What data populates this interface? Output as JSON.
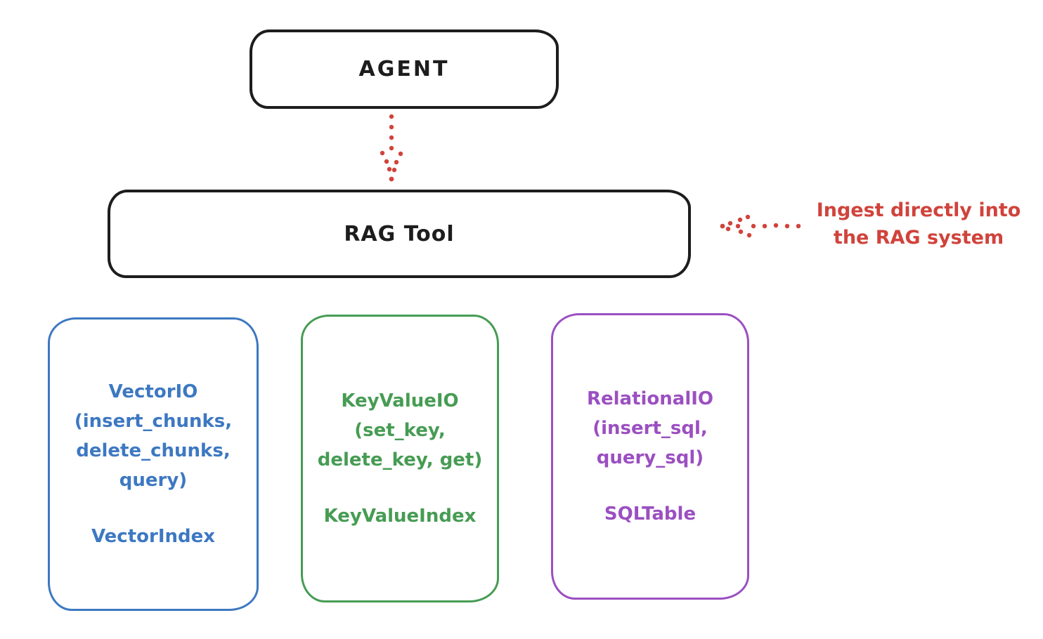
{
  "colors": {
    "stroke_black": "#1d1d1d",
    "red": "#d0433b",
    "blue": "#3d78c2",
    "green": "#469c53",
    "purple": "#9b4fc1"
  },
  "agent_box": {
    "label": "AGENT"
  },
  "rag_box": {
    "label": "RAG Tool"
  },
  "annotation": {
    "line1": "Ingest directly into",
    "line2": "the RAG system"
  },
  "arrows": {
    "agent_to_rag": "dotted-red-arrow-down",
    "annotation_to_rag": "dotted-red-arrow-left"
  },
  "io_boxes": [
    {
      "name": "vector-io",
      "color": "#3d78c2",
      "lines": [
        "VectorIO",
        "(insert_chunks,",
        "delete_chunks,",
        "query)"
      ],
      "index_label": "VectorIndex"
    },
    {
      "name": "keyvalue-io",
      "color": "#469c53",
      "lines": [
        "KeyValueIO",
        "(set_key,",
        "delete_key, get)"
      ],
      "index_label": "KeyValueIndex"
    },
    {
      "name": "relational-io",
      "color": "#9b4fc1",
      "lines": [
        "RelationalIO",
        "(insert_sql,",
        "query_sql)"
      ],
      "index_label": "SQLTable"
    }
  ]
}
